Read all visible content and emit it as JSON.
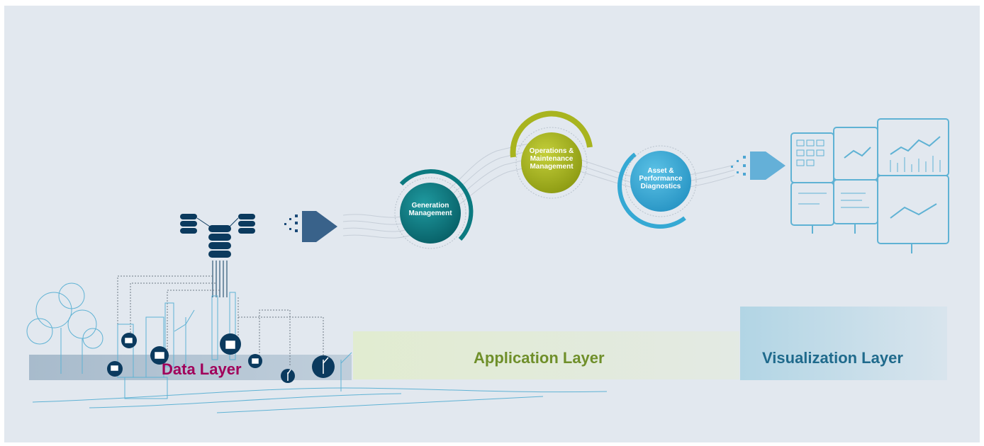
{
  "layers": {
    "data": "Data Layer",
    "application": "Application Layer",
    "visualization": "Visualization Layer"
  },
  "nodes": [
    {
      "label": "Generation\nManagement",
      "color": "#0b7a80"
    },
    {
      "label": "Operations &\nMaintenance\nManagement",
      "color": "#a8b41f"
    },
    {
      "label": "Asset &\nPerformance\nDiagnostics",
      "color": "#35a9d4"
    }
  ],
  "colors": {
    "background": "#e2e8ef",
    "sketch": "#5fb2d4",
    "dark_blue": "#0b3a5e",
    "data_label": "#a1005a",
    "application_label": "#6f8f2a",
    "visualization_label": "#1f6a8c"
  },
  "icons": [
    "database-icon",
    "factory-icon",
    "wind-turbine-icon",
    "tree-icon",
    "monitor-icon",
    "pixel-arrow-icon"
  ]
}
